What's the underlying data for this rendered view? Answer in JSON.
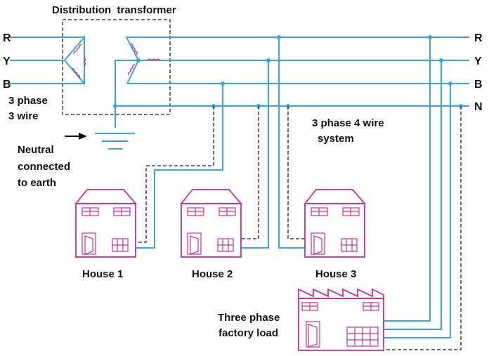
{
  "colors": {
    "wire": "#3aa6d8",
    "building": "#cc2d9a",
    "dashed": "#222222",
    "text": "#111111"
  },
  "labels": {
    "transformer": "Distribution  transformer",
    "line_r_left": "R",
    "line_y_left": "Y",
    "line_b_left": "B",
    "line_r_right": "R",
    "line_y_right": "Y",
    "line_b_right": "B",
    "line_n_right": "N",
    "three_phase_3wire_1": "3 phase",
    "three_phase_3wire_2": "3 wire",
    "neutral_1": "Neutral",
    "neutral_2": "connected",
    "neutral_3": "to earth",
    "four_wire_1": "3 phase 4 wire",
    "four_wire_2": "system",
    "house1": "House 1",
    "house2": "House 2",
    "house3": "House 3",
    "factory_1": "Three phase",
    "factory_2": "factory load"
  }
}
